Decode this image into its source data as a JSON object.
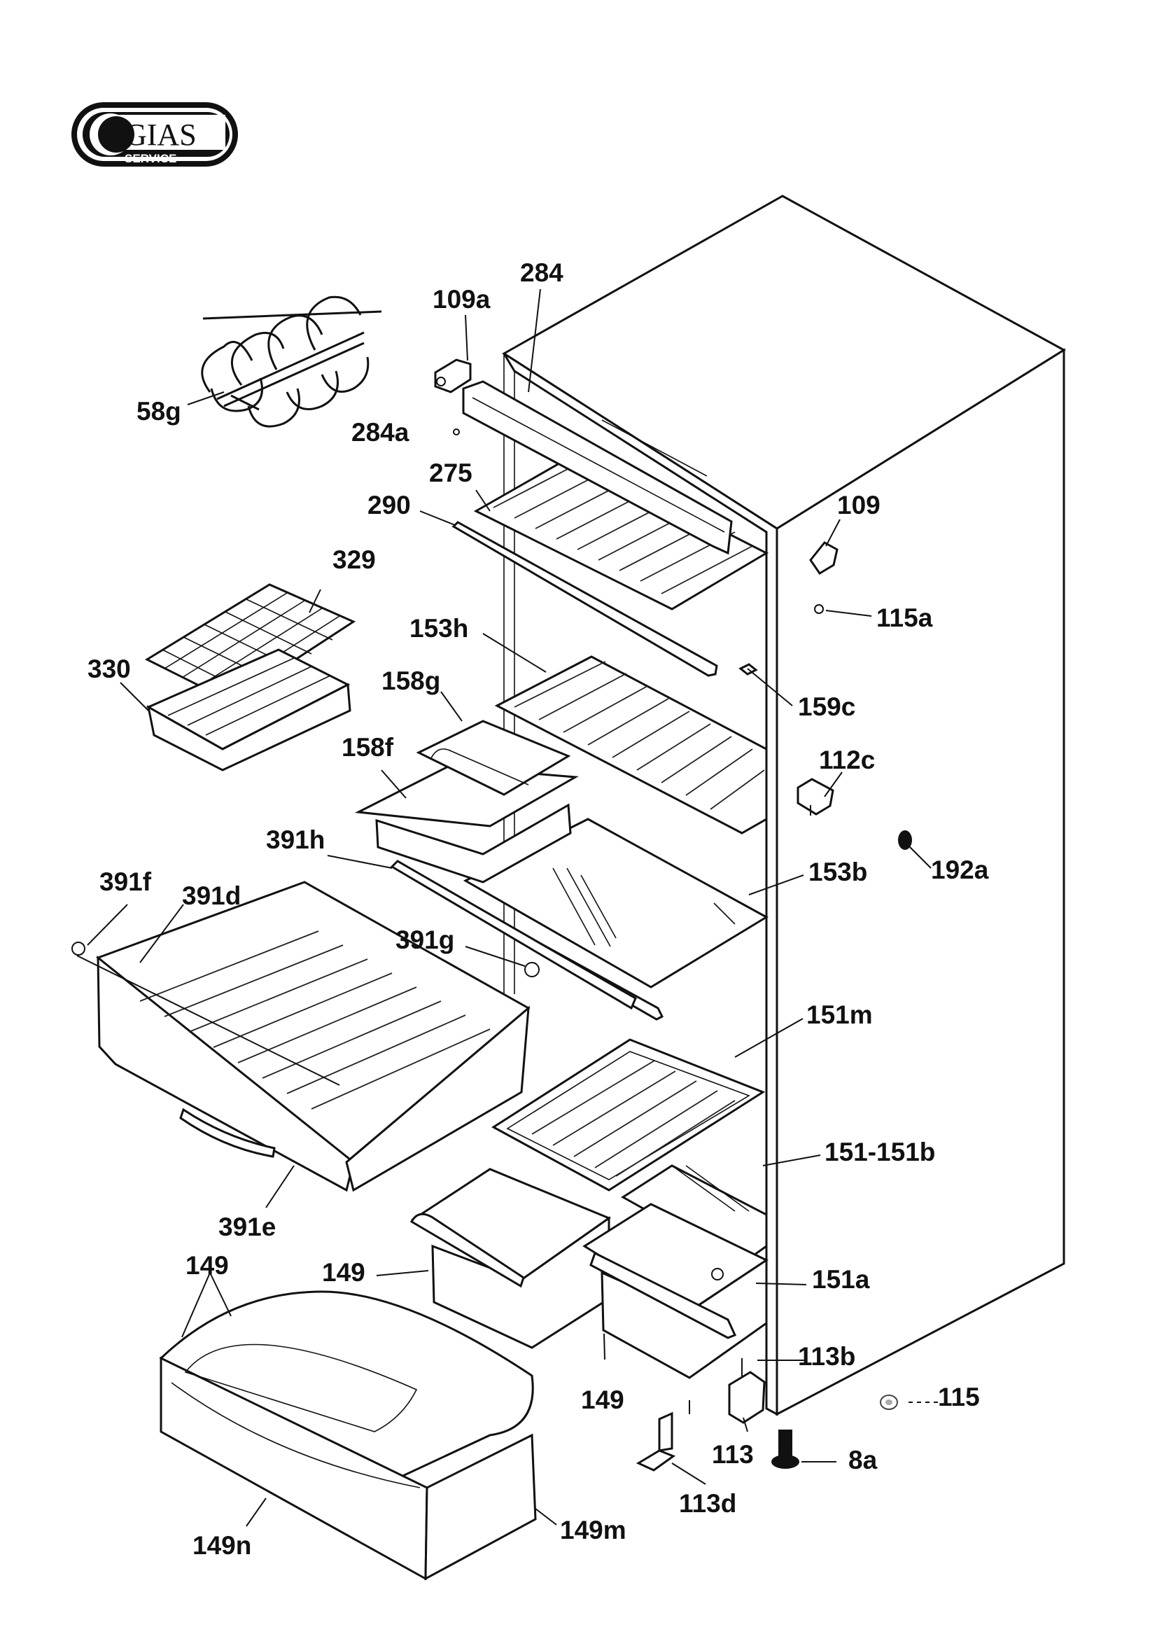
{
  "brand": {
    "logo_text": "GIAS",
    "logo_subtext": "SERVICE"
  },
  "labels": {
    "p_58g": "58g",
    "p_109a": "109a",
    "p_284": "284",
    "p_284a": "284a",
    "p_275": "275",
    "p_290": "290",
    "p_109": "109",
    "p_115a": "115a",
    "p_329": "329",
    "p_330": "330",
    "p_153h": "153h",
    "p_158g": "158g",
    "p_159c": "159c",
    "p_158f": "158f",
    "p_112c": "112c",
    "p_391h": "391h",
    "p_192a": "192a",
    "p_153b": "153b",
    "p_391f": "391f",
    "p_391d": "391d",
    "p_391g": "391g",
    "p_151m": "151m",
    "p_151_151b": "151-151b",
    "p_391e": "391e",
    "p_149_a": "149",
    "p_149_b": "149",
    "p_151a": "151a",
    "p_113b": "113b",
    "p_115": "115",
    "p_149_c": "149",
    "p_113": "113",
    "p_8a": "8a",
    "p_113d": "113d",
    "p_149m": "149m",
    "p_149n": "149n"
  }
}
